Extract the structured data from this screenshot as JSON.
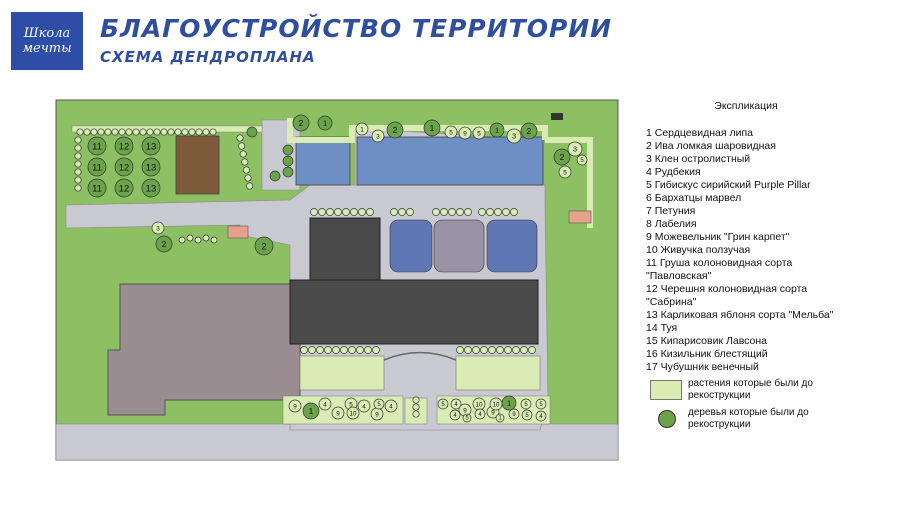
{
  "logo": {
    "line1": "Школа",
    "line2": "мечты"
  },
  "header": {
    "title": "БЛАГОУСТРОЙСТВО ТЕРРИТОРИИ",
    "subtitle": "СХЕМА ДЕНДРОПЛАНА"
  },
  "legend": {
    "heading": "Экспликация",
    "items": [
      "1 Сердцевидная липа",
      "2 Ива ломкая шаровидная",
      "3 Клен остролистный",
      "4 Рудбекия",
      "5 Гибискус сирийский Purple Pillar",
      "6 Бархатцы марвел",
      "7 Петуния",
      "8 Лабелия",
      "9 Можевельник \"Грин карпет\"",
      "10 Живучка ползучая",
      "11 Груша колоновидная сорта \"Павловская\"",
      "12 Черешня колоновидная сорта \"Сабрина\"",
      "13 Карликовая яблоня сорта \"Мельба\"",
      "14 Туя",
      "15 Кипарисовик Лавсона",
      "16 Кизильник блестящий",
      "17 Чубушник венечный"
    ],
    "swatch_old_plants": "растения которые были до рекострукции",
    "swatch_old_trees": "деревья которые были до рекострукции"
  },
  "colors": {
    "grass": "#8cc063",
    "path": "#c9c9d1",
    "building_roof": "#4a4a4a",
    "water_blue": "#6d8fc4",
    "soil": "#7d5a3a",
    "plant": "#d8ecb4",
    "brand_blue": "#2e4da6"
  },
  "plan_labels": {
    "orchard_rows": [
      [
        "11",
        "12",
        "13"
      ],
      [
        "11",
        "12",
        "13"
      ],
      [
        "11",
        "12",
        "13"
      ]
    ],
    "top_row": [
      "2",
      "1",
      "1",
      "3",
      "2",
      "1",
      "5",
      "9",
      "5",
      "1",
      "3",
      "2"
    ],
    "right_cluster": [
      "2",
      "3",
      "5",
      "5"
    ],
    "left_mid": [
      "3",
      "2",
      "2"
    ],
    "bottom_left": [
      "9",
      "1",
      "4",
      "9",
      "5",
      "10",
      "4",
      "9",
      "4",
      "5"
    ],
    "bottom_right": [
      "5",
      "4",
      "9",
      "10",
      "4",
      "9",
      "10",
      "1",
      "5",
      "5",
      "4",
      "5",
      "1",
      "9",
      "5",
      "4"
    ]
  }
}
